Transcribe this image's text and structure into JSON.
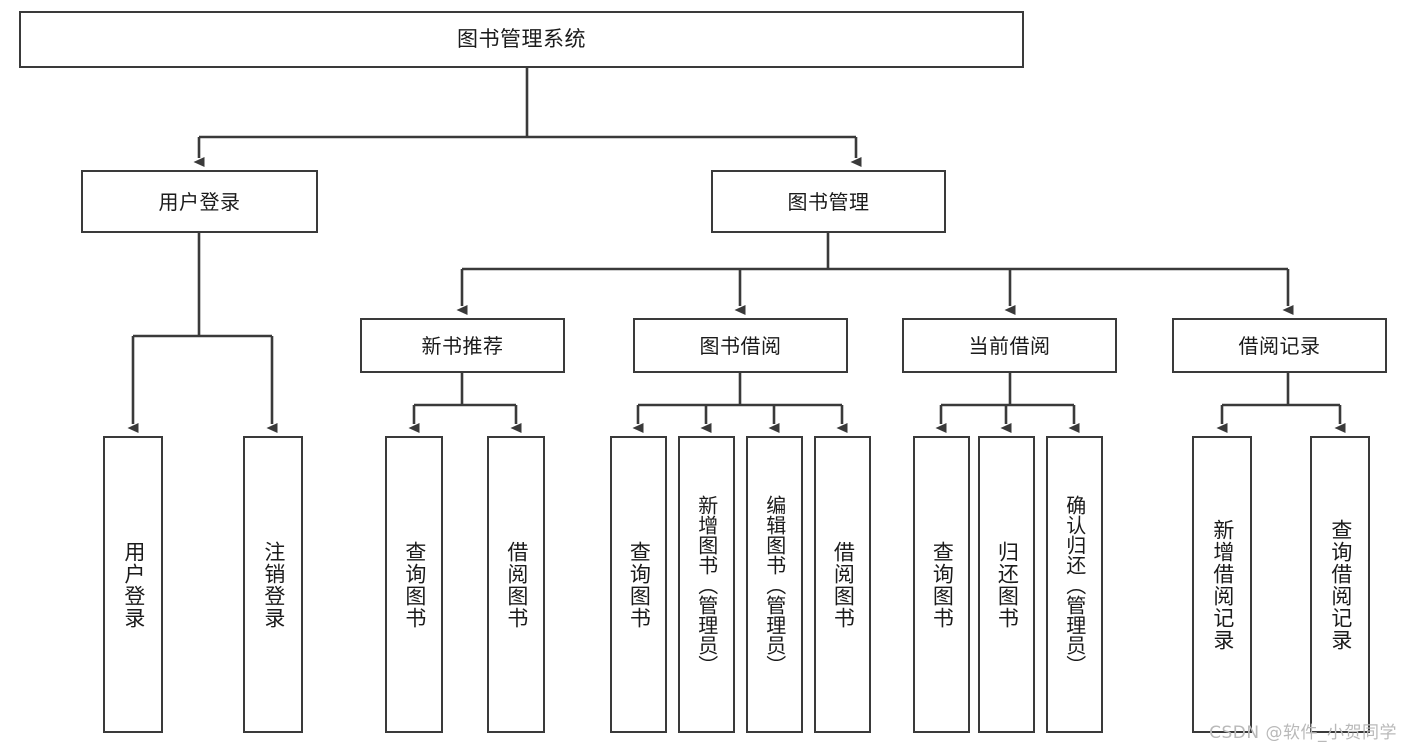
{
  "diagram": {
    "title": "图书管理系统",
    "root": {
      "label": "图书管理系统"
    },
    "level2": [
      {
        "label": "用户登录"
      },
      {
        "label": "图书管理"
      }
    ],
    "level3": [
      {
        "label": "新书推荐"
      },
      {
        "label": "图书借阅"
      },
      {
        "label": "当前借阅"
      },
      {
        "label": "借阅记录"
      }
    ],
    "leaves": {
      "user_login": [
        {
          "label": "用户登录"
        },
        {
          "label": "注销登录"
        }
      ],
      "new_book_recommend": [
        {
          "label": "查询图书"
        },
        {
          "label": "借阅图书"
        }
      ],
      "book_borrow": [
        {
          "label": "查询图书"
        },
        {
          "label": "新增图书（管理员）"
        },
        {
          "label": "编辑图书（管理员）"
        },
        {
          "label": "借阅图书"
        }
      ],
      "current_borrow": [
        {
          "label": "查询图书"
        },
        {
          "label": "归还图书"
        },
        {
          "label": "确认归还（管理员）"
        }
      ],
      "borrow_record": [
        {
          "label": "新增借阅记录"
        },
        {
          "label": "查询借阅记录"
        }
      ]
    }
  },
  "watermark": {
    "text": "CSDN @软件_小贺同学"
  },
  "colors": {
    "stroke": "#3a3a3a",
    "background": "#ffffff",
    "text": "#1b1b1b",
    "watermark": "#b9b9b9"
  }
}
